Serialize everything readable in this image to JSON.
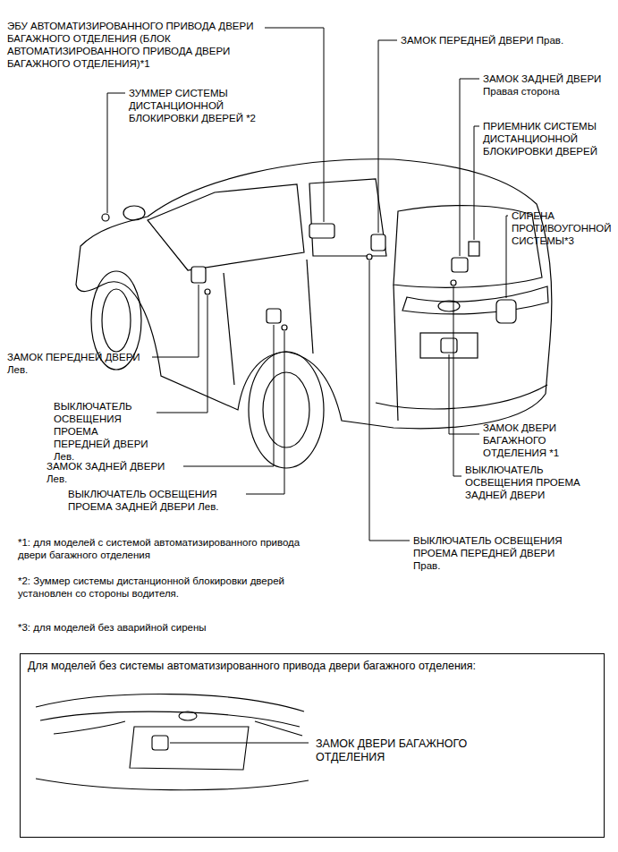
{
  "diagram": {
    "nodes": [
      {
        "text": [
          "Для моделей без системы автоматизированного привода двери багажного отделения:",
          "ЗАМОК ДВЕРИ БАГАЖНОГО ОТДЕЛЕНИЯ"
        ]
      }
    ],
    "labels": [
      "ЭБУ АВТОМАТИЗИРОВАННОГО ПРИВОДА ДВЕРИ БАГАЖНОГО ОТДЕЛЕНИЯ (БЛОК АВТОМАТИЗИРОВАННОГО ПРИВОДА ДВЕРИ БАГАЖНОГО ОТДЕЛЕНИЯ)*1",
      "ЗУММЕР СИСТЕМЫ ДИСТАНЦИОННОЙ БЛОКИРОВКИ ДВЕРЕЙ *2",
      "ЗАМОК ПЕРЕДНЕЙ ДВЕРИ Прав.",
      "ЗАМОК ЗАДНЕЙ ДВЕРИ Правая сторона",
      "ПРИЕМНИК СИСТЕМЫ ДИСТАНЦИОННОЙ БЛОКИРОВКИ ДВЕРЕЙ",
      "СИРЕНА ПРОТИВОУГОННОЙ СИСТЕМЫ*3",
      "ЗАМОК ПЕРЕДНЕЙ ДВЕРИ Лев.",
      "ВЫКЛЮЧАТЕЛЬ ОСВЕЩЕНИЯ ПРОЕМА ПЕРЕДНЕЙ ДВЕРИ Лев.",
      "ЗАМОК ЗАДНЕЙ ДВЕРИ Лев.",
      "ВЫКЛЮЧАТЕЛЬ ОСВЕЩЕНИЯ ПРОЕМА ЗАДНЕЙ ДВЕРИ Лев.",
      "ЗАМОК ДВЕРИ БАГАЖНОГО ОТДЕЛЕНИЯ *1",
      "ВЫКЛЮЧАТЕЛЬ ОСВЕЩЕНИЯ ПРОЕМА ЗАДНЕЙ ДВЕРИ",
      "ВЫКЛЮЧАТЕЛЬ ОСВЕЩЕНИЯ ПРОЕМА ПЕРЕДНЕЙ ДВЕРИ Прав.",
      "*1: для моделей с системой автоматизированного привода двери багажного отделения",
      "*2: Зуммер системы дистанционной блокировки дверей установлен со стороны водителя.",
      "*3: для моделей без аварийной сирены"
    ]
  }
}
